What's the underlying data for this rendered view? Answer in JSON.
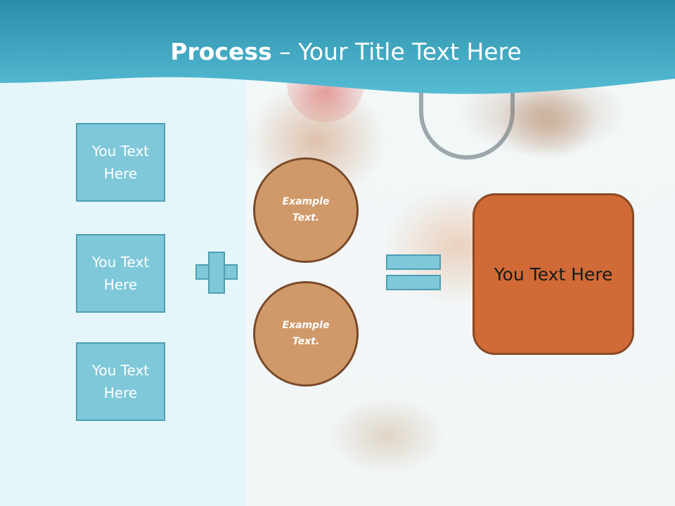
{
  "title": {
    "bold": "Process",
    "rest": " – Your Title Text Here"
  },
  "inputs": [
    {
      "label": "You Text Here"
    },
    {
      "label": "You Text Here"
    },
    {
      "label": "You Text Here"
    }
  ],
  "operator_plus": "plus-icon",
  "circles": [
    {
      "label": "Example Text."
    },
    {
      "label": "Example Text."
    }
  ],
  "operator_equals": "equals-icon",
  "result": {
    "label": "You Text Here"
  },
  "colors": {
    "header": "#3aa3bd",
    "box_fill": "#7ec8da",
    "box_border": "#4e9eb2",
    "circle_fill": "#d0996a",
    "result_fill": "#d06a36"
  }
}
